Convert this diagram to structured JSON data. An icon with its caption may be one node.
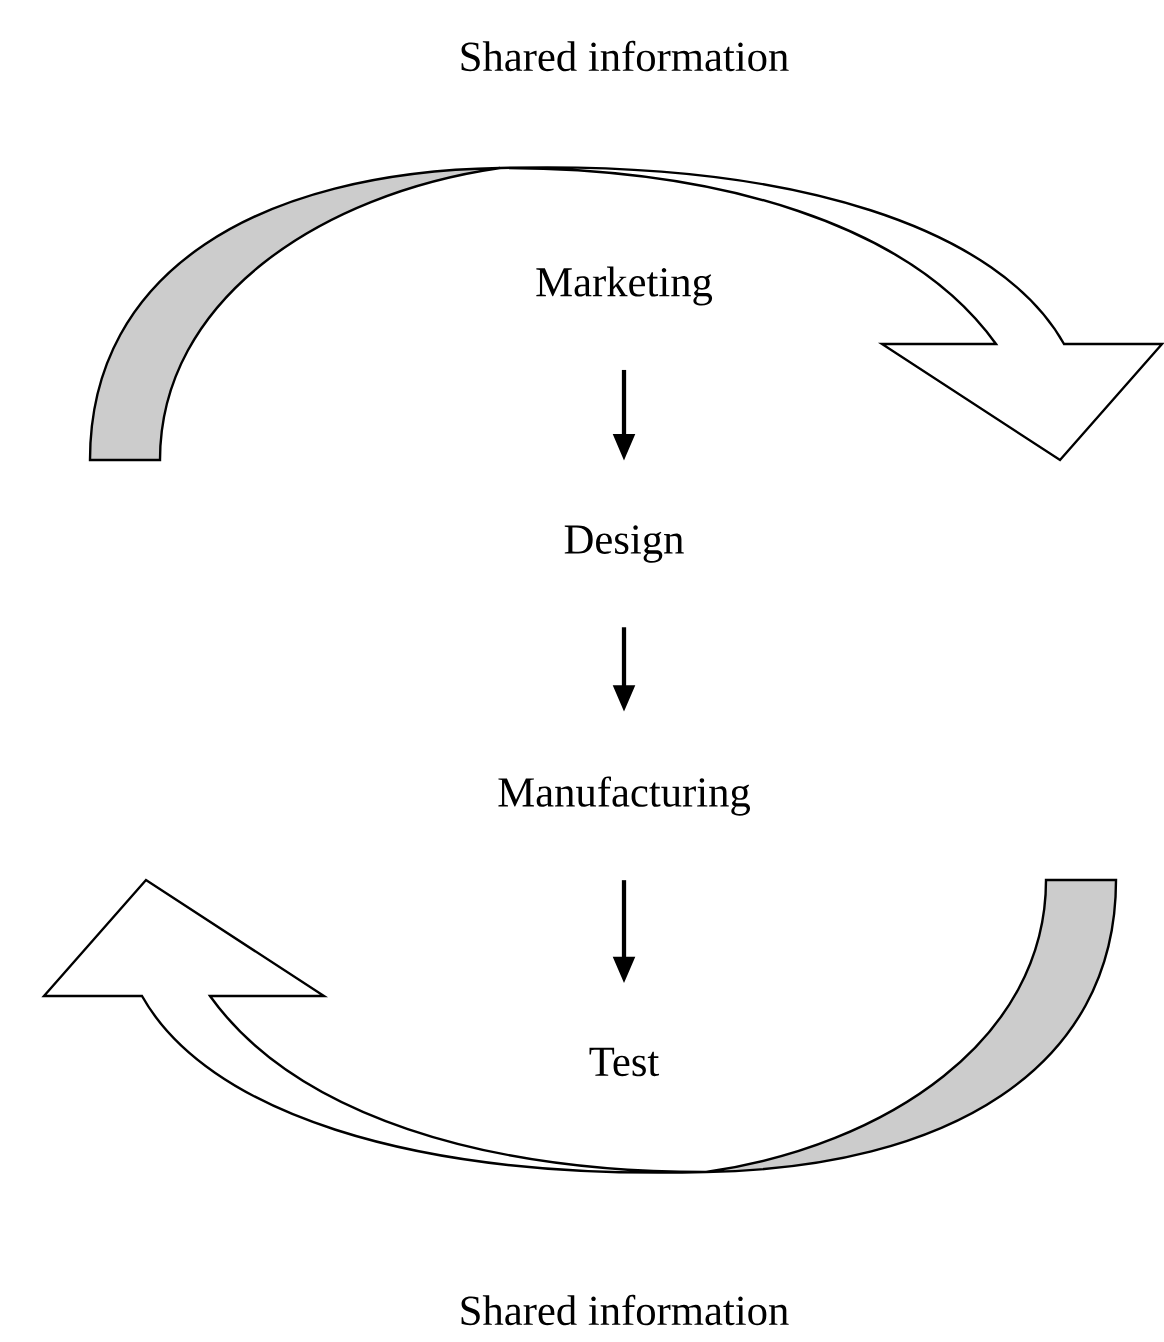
{
  "diagram": {
    "nodes": [
      {
        "text": [
          "Marketing"
        ]
      },
      {
        "text": [
          "Design"
        ]
      },
      {
        "text": [
          "Manufacturing"
        ]
      },
      {
        "text": [
          "Test"
        ]
      }
    ],
    "edges": [
      {
        "from": 0,
        "to": 1,
        "arrow": "to"
      },
      {
        "from": 1,
        "to": 2,
        "arrow": "to"
      },
      {
        "from": 2,
        "to": 3,
        "arrow": "to"
      }
    ],
    "labels": [
      "Shared information",
      "Shared information"
    ]
  }
}
